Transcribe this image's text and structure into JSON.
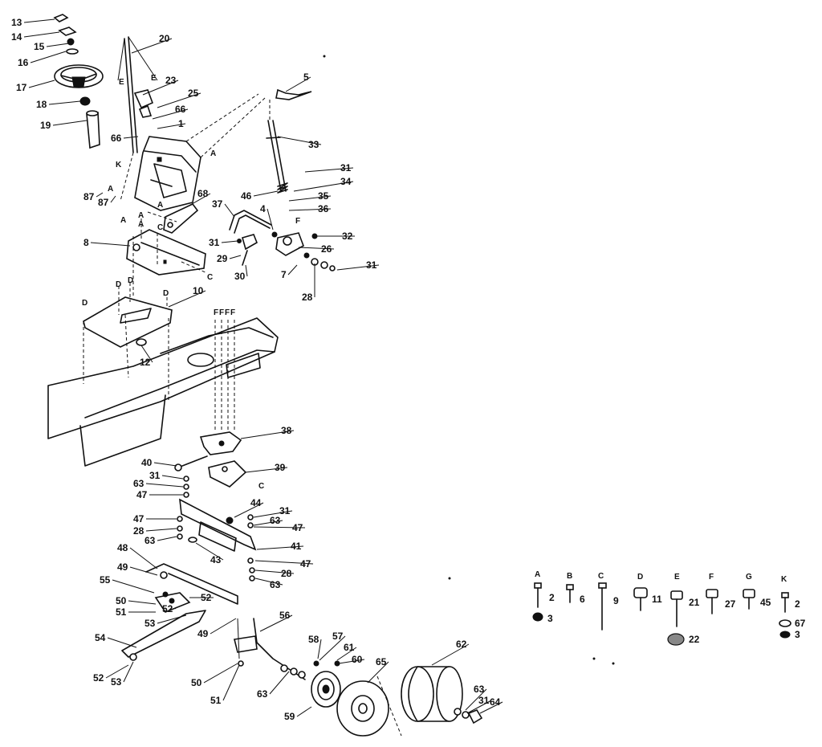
{
  "callouts": [
    {
      "text": "13"
    },
    {
      "text": "14"
    },
    {
      "text": "15"
    },
    {
      "text": "16"
    },
    {
      "text": "17"
    },
    {
      "text": "18"
    },
    {
      "text": "19"
    },
    {
      "text": "20"
    },
    {
      "text": "23"
    },
    {
      "text": "25"
    },
    {
      "text": "66"
    },
    {
      "text": "1"
    },
    {
      "text": "66"
    },
    {
      "text": "5"
    },
    {
      "text": "33"
    },
    {
      "text": "31"
    },
    {
      "text": "34"
    },
    {
      "text": "46"
    },
    {
      "text": "35"
    },
    {
      "text": "36"
    },
    {
      "text": "37"
    },
    {
      "text": "68"
    },
    {
      "text": "4"
    },
    {
      "text": "32"
    },
    {
      "text": "31"
    },
    {
      "text": "26"
    },
    {
      "text": "29"
    },
    {
      "text": "30"
    },
    {
      "text": "7"
    },
    {
      "text": "31"
    },
    {
      "text": "28"
    },
    {
      "text": "8"
    },
    {
      "text": "10"
    },
    {
      "text": "12"
    },
    {
      "text": "38"
    },
    {
      "text": "40"
    },
    {
      "text": "39"
    },
    {
      "text": "31"
    },
    {
      "text": "63"
    },
    {
      "text": "47"
    },
    {
      "text": "44"
    },
    {
      "text": "31"
    },
    {
      "text": "47"
    },
    {
      "text": "63"
    },
    {
      "text": "28"
    },
    {
      "text": "47"
    },
    {
      "text": "63"
    },
    {
      "text": "41"
    },
    {
      "text": "43"
    },
    {
      "text": "47"
    },
    {
      "text": "48"
    },
    {
      "text": "28"
    },
    {
      "text": "63"
    },
    {
      "text": "49"
    },
    {
      "text": "55"
    },
    {
      "text": "52"
    },
    {
      "text": "50"
    },
    {
      "text": "52"
    },
    {
      "text": "51"
    },
    {
      "text": "53"
    },
    {
      "text": "56"
    },
    {
      "text": "54"
    },
    {
      "text": "49"
    },
    {
      "text": "58"
    },
    {
      "text": "57"
    },
    {
      "text": "61"
    },
    {
      "text": "60"
    },
    {
      "text": "62"
    },
    {
      "text": "65"
    },
    {
      "text": "52"
    },
    {
      "text": "53"
    },
    {
      "text": "50"
    },
    {
      "text": "51"
    },
    {
      "text": "63"
    },
    {
      "text": "59"
    },
    {
      "text": "63"
    },
    {
      "text": "31"
    },
    {
      "text": "64"
    },
    {
      "text": "87"
    },
    {
      "text": "87"
    }
  ],
  "alignment_letters": [
    {
      "text": "E"
    },
    {
      "text": "E"
    },
    {
      "text": "K"
    },
    {
      "text": "A"
    },
    {
      "text": "A"
    },
    {
      "text": "A"
    },
    {
      "text": "A"
    },
    {
      "text": "C"
    },
    {
      "text": "A"
    },
    {
      "text": "A"
    },
    {
      "text": "C"
    },
    {
      "text": "D"
    },
    {
      "text": "D"
    },
    {
      "text": "D"
    },
    {
      "text": "D"
    },
    {
      "text": "F"
    },
    {
      "text": "F"
    },
    {
      "text": "F"
    },
    {
      "text": "F"
    },
    {
      "text": "F"
    },
    {
      "text": "C"
    }
  ],
  "hardware_key": [
    {
      "letter": "A",
      "numbers": [
        "2",
        "3"
      ]
    },
    {
      "letter": "B",
      "numbers": [
        "6"
      ]
    },
    {
      "letter": "C",
      "numbers": [
        "9"
      ]
    },
    {
      "letter": "D",
      "numbers": [
        "11"
      ]
    },
    {
      "letter": "E",
      "numbers": [
        "21",
        "22"
      ]
    },
    {
      "letter": "F",
      "numbers": [
        "27"
      ]
    },
    {
      "letter": "G",
      "numbers": [
        "45"
      ]
    },
    {
      "letter": "K",
      "numbers": [
        "2",
        "67",
        "3"
      ]
    }
  ]
}
